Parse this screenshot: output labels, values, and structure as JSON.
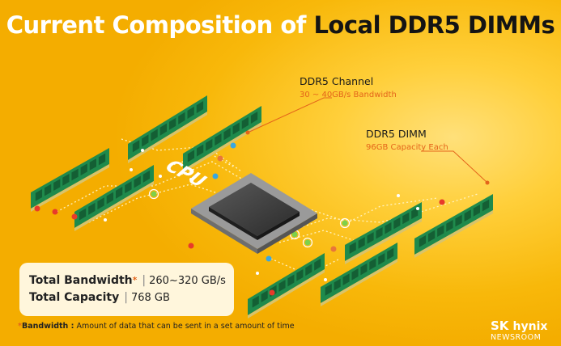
{
  "title": {
    "part1": "Current Composition of ",
    "part2": "Local DDR5 DIMMs"
  },
  "cpu_label": "CPU",
  "callouts": {
    "channel": {
      "heading": "DDR5 Channel",
      "sub": "30 ~ 40GB/s Bandwidth"
    },
    "dimm": {
      "heading": "DDR5 DIMM",
      "sub": "96GB Capacity Each"
    }
  },
  "summary": {
    "bandwidth": {
      "label": "Total Bandwidth",
      "marker": "*",
      "value": "260~320 GB/s"
    },
    "capacity": {
      "label": "Total Capacity",
      "value": "768 GB"
    }
  },
  "footnote": {
    "marker": "*",
    "term": "Bandwidth :",
    "text": " Amount of data that can be sent in a set amount of time"
  },
  "logo": {
    "sk": "SK",
    "hynix": "hynix",
    "newsroom": "NEWSROOM"
  },
  "colors": {
    "background": "#f8b80a",
    "dimm_green": "#1f8a4c",
    "accent_orange": "#e4641a",
    "cpu_gray": "#3a3a3a"
  }
}
